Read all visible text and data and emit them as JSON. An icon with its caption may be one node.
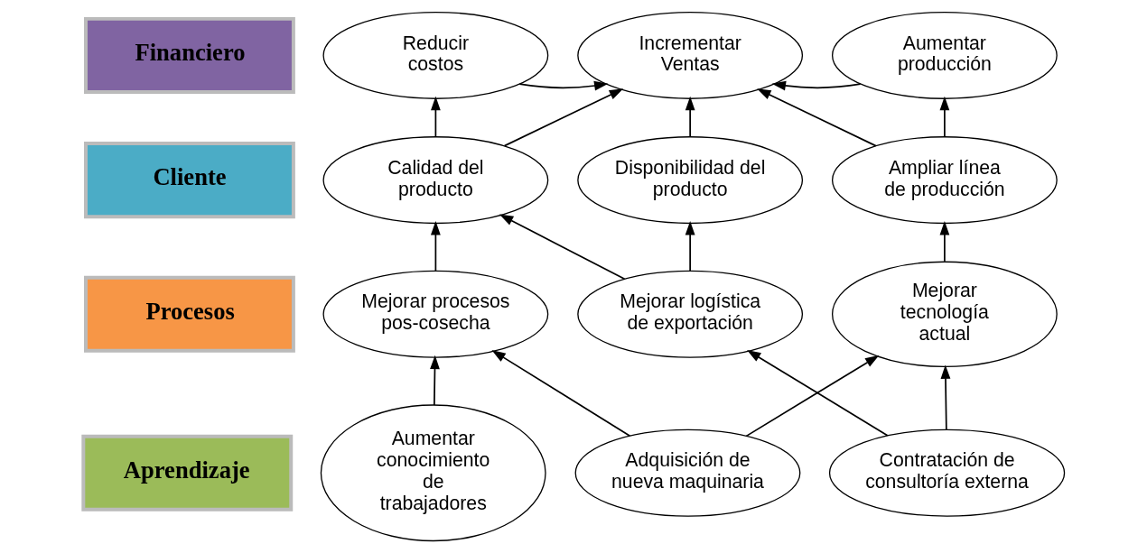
{
  "diagram": {
    "nodes": [
      {
        "text": [
          "Financiero"
        ]
      },
      {
        "text": [
          "Cliente"
        ]
      },
      {
        "text": [
          "Procesos"
        ]
      },
      {
        "text": [
          "Aprendizaje"
        ]
      },
      {
        "text": [
          "Reducir costos"
        ]
      },
      {
        "text": [
          "Incrementar Ventas"
        ]
      },
      {
        "text": [
          "Aumentar producción"
        ]
      },
      {
        "text": [
          "Calidad del producto"
        ]
      },
      {
        "text": [
          "Disponibilidad del producto"
        ]
      },
      {
        "text": [
          "Ampliar línea de producción"
        ]
      },
      {
        "text": [
          "Mejorar procesos pos-cosecha"
        ]
      },
      {
        "text": [
          "Mejorar logística de exportación"
        ]
      },
      {
        "text": [
          "Mejorar tecnología actual"
        ]
      },
      {
        "text": [
          "Aumentar conocimiento de trabajadores"
        ]
      },
      {
        "text": [
          "Adquisición de nueva maquinaria"
        ]
      },
      {
        "text": [
          "Contratación de consultoría externa"
        ]
      }
    ],
    "edges": [
      {
        "from": 4,
        "to": 5,
        "arrow": "to"
      },
      {
        "from": 6,
        "to": 5,
        "arrow": "to"
      },
      {
        "from": 7,
        "to": 4,
        "arrow": "to"
      },
      {
        "from": 7,
        "to": 5,
        "arrow": "to"
      },
      {
        "from": 8,
        "to": 5,
        "arrow": "to"
      },
      {
        "from": 9,
        "to": 5,
        "arrow": "to"
      },
      {
        "from": 9,
        "to": 6,
        "arrow": "to"
      },
      {
        "from": 10,
        "to": 7,
        "arrow": "to"
      },
      {
        "from": 11,
        "to": 7,
        "arrow": "to"
      },
      {
        "from": 11,
        "to": 8,
        "arrow": "to"
      },
      {
        "from": 12,
        "to": 9,
        "arrow": "to"
      },
      {
        "from": 13,
        "to": 10,
        "arrow": "to"
      },
      {
        "from": 14,
        "to": 10,
        "arrow": "to"
      },
      {
        "from": 14,
        "to": 12,
        "arrow": "to"
      },
      {
        "from": 15,
        "to": 11,
        "arrow": "to"
      },
      {
        "from": 15,
        "to": 12,
        "arrow": "to"
      }
    ]
  }
}
